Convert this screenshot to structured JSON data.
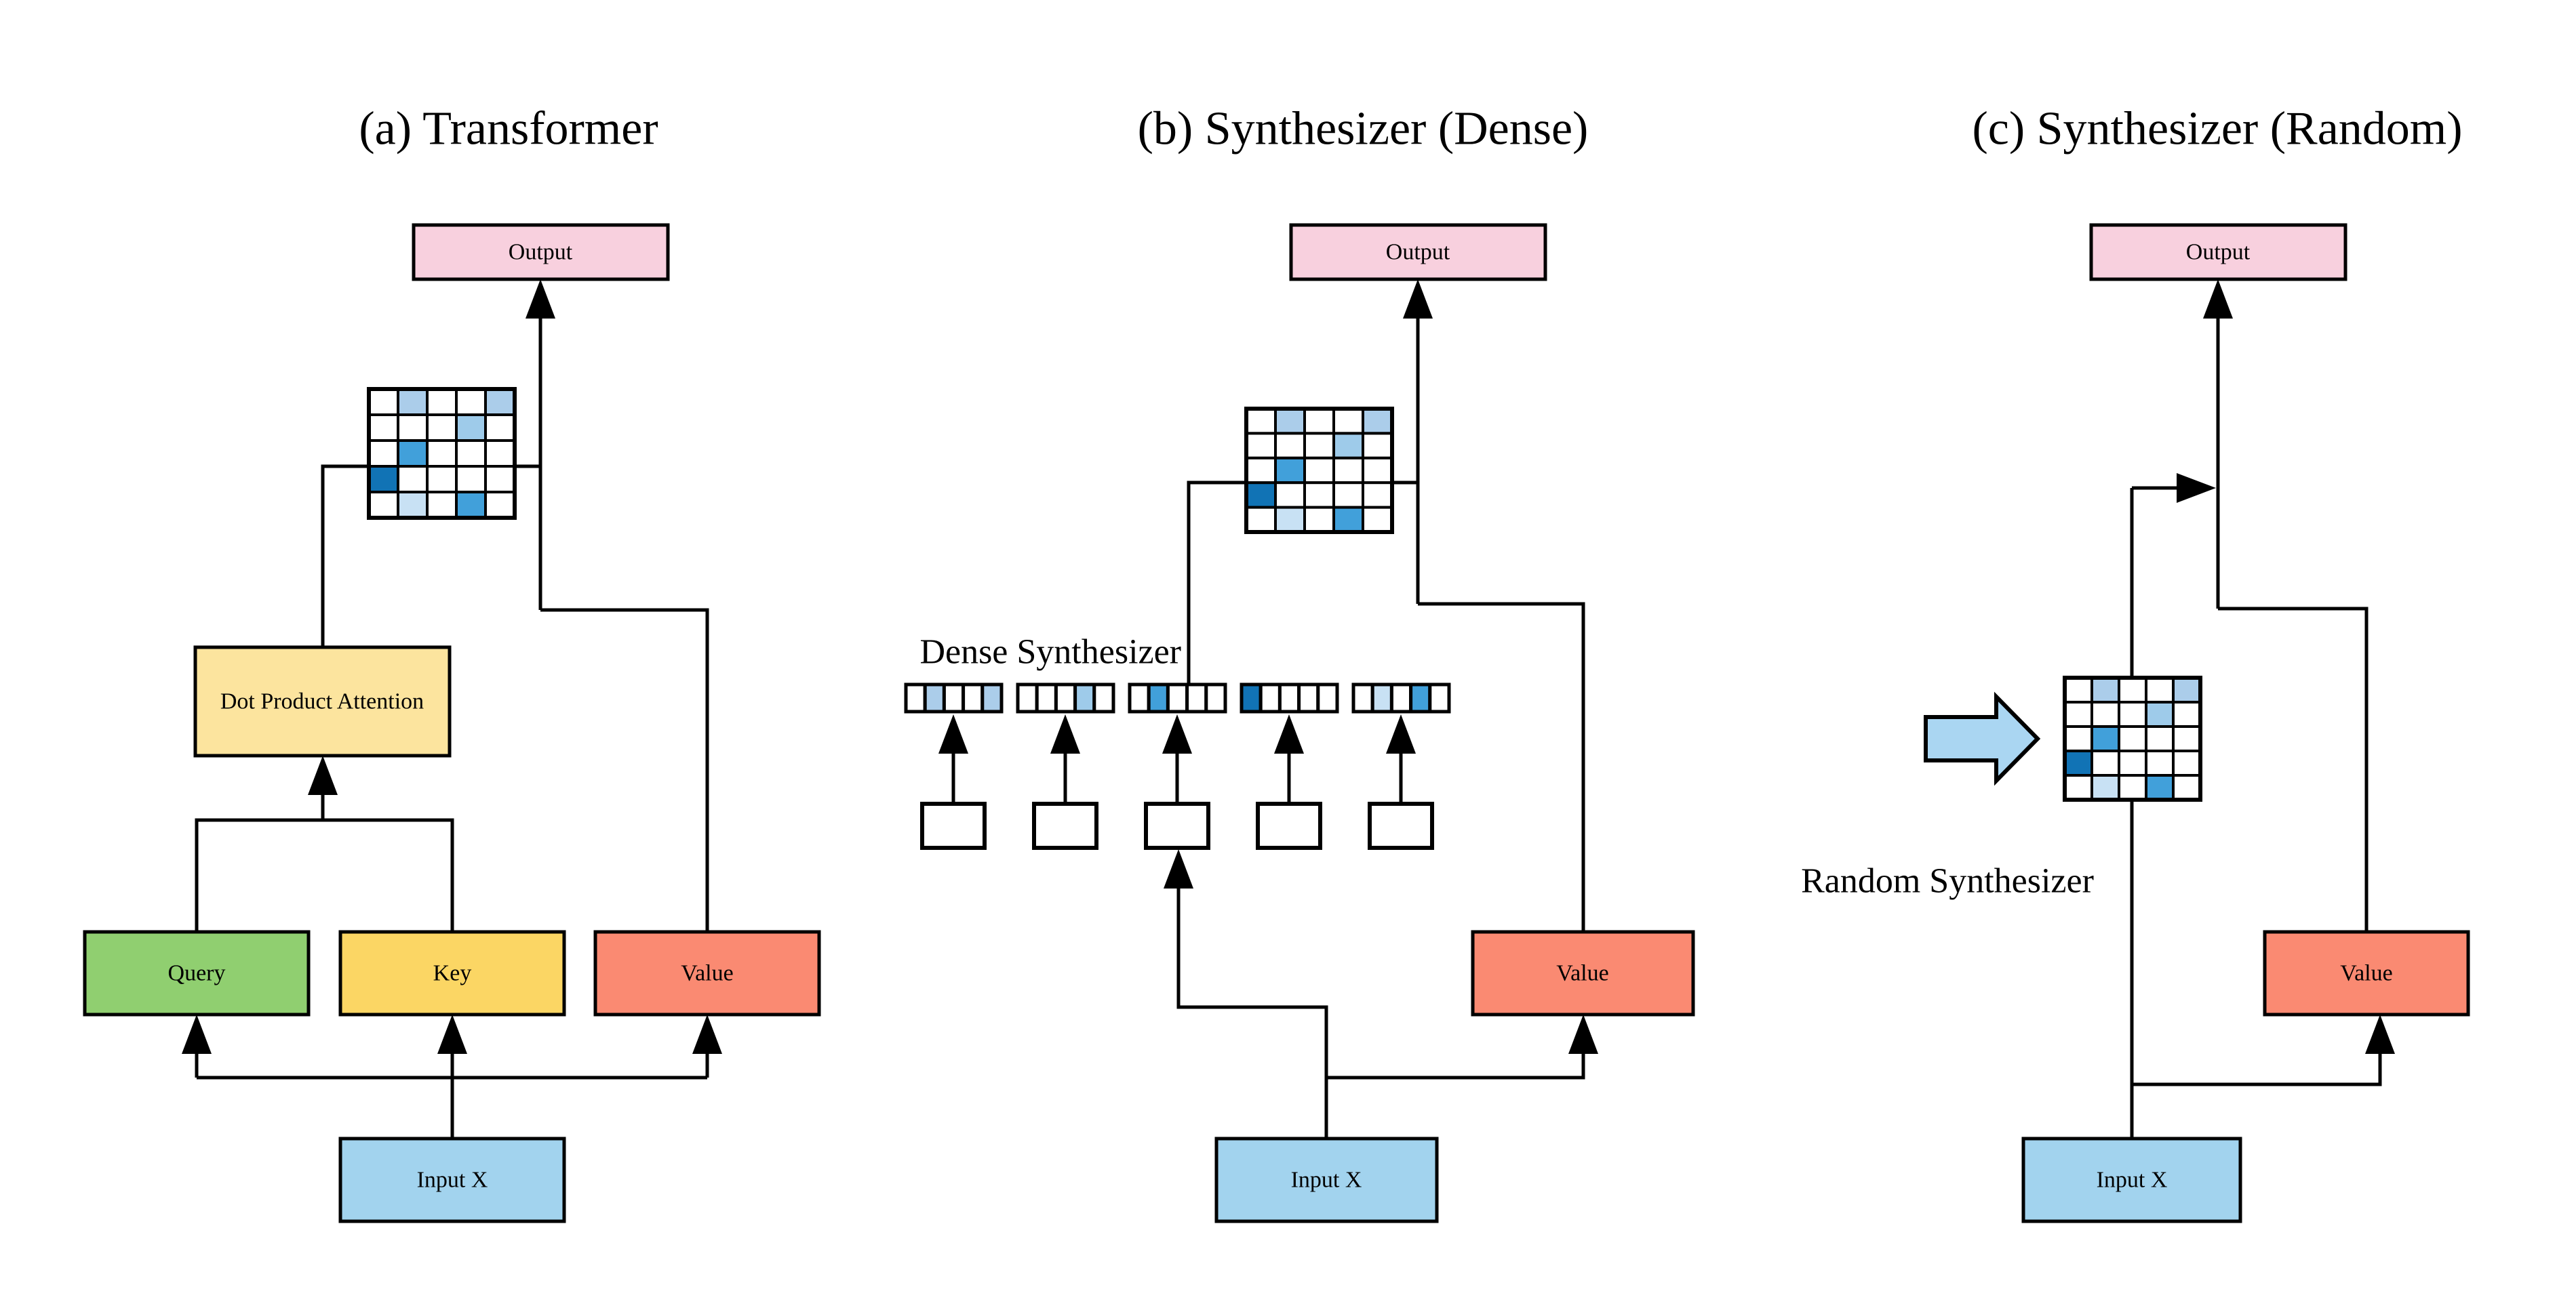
{
  "colors": {
    "background": "#ffffff",
    "line": "#000000",
    "output_fill": "#f8d0de",
    "attention_fill": "#fce49e",
    "query_fill": "#90cf70",
    "key_fill": "#fbd664",
    "value_fill": "#fa8a72",
    "input_fill": "#a2d3ee",
    "block_arrow_fill": "#aad6f2",
    "cell_white": "#ffffff",
    "cell_light": "#abcdea",
    "cell_sky": "#9ecbea",
    "cell_medium": "#41a0da",
    "cell_dark": "#1173b5",
    "cell_pale": "#c8e1f4"
  },
  "matrix_pattern": [
    [
      "white",
      "light",
      "white",
      "white",
      "light"
    ],
    [
      "white",
      "white",
      "white",
      "sky",
      "white"
    ],
    [
      "white",
      "medium",
      "white",
      "white",
      "white"
    ],
    [
      "dark",
      "white",
      "white",
      "white",
      "white"
    ],
    [
      "white",
      "pale",
      "white",
      "medium",
      "white"
    ]
  ],
  "panels": [
    {
      "title": "(a) Transformer",
      "nodes": {
        "output": "Output",
        "attention": "Dot Product Attention",
        "query": "Query",
        "key": "Key",
        "value": "Value",
        "input": "Input X"
      }
    },
    {
      "title": "(b) Synthesizer (Dense)",
      "annotation": "Dense Synthesizer",
      "nodes": {
        "output": "Output",
        "value": "Value",
        "input": "Input X"
      }
    },
    {
      "title": "(c) Synthesizer (Random)",
      "annotation": "Random Synthesizer",
      "nodes": {
        "output": "Output",
        "value": "Value",
        "input": "Input X"
      }
    }
  ]
}
